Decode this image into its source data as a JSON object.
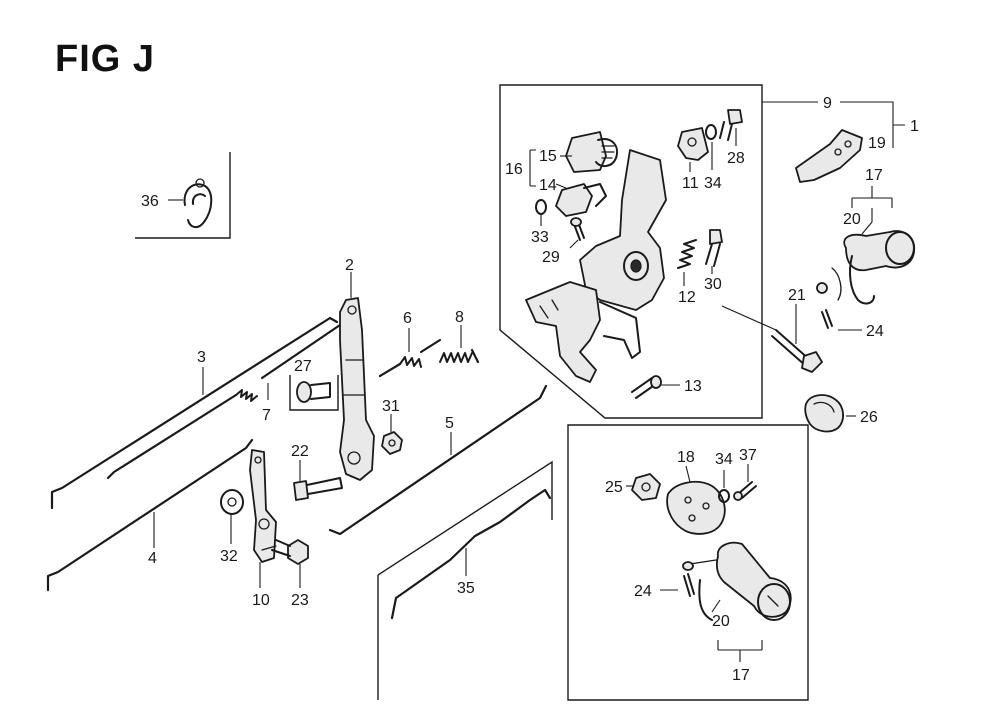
{
  "figure": {
    "title": "FIG J"
  },
  "callouts": [
    {
      "id": "c1",
      "label": "1"
    },
    {
      "id": "c2",
      "label": "2"
    },
    {
      "id": "c3",
      "label": "3"
    },
    {
      "id": "c4",
      "label": "4"
    },
    {
      "id": "c5",
      "label": "5"
    },
    {
      "id": "c6",
      "label": "6"
    },
    {
      "id": "c7",
      "label": "7"
    },
    {
      "id": "c8",
      "label": "8"
    },
    {
      "id": "c9",
      "label": "9"
    },
    {
      "id": "c10",
      "label": "10"
    },
    {
      "id": "c11",
      "label": "11"
    },
    {
      "id": "c12",
      "label": "12"
    },
    {
      "id": "c13",
      "label": "13"
    },
    {
      "id": "c14",
      "label": "14"
    },
    {
      "id": "c15",
      "label": "15"
    },
    {
      "id": "c16",
      "label": "16"
    },
    {
      "id": "c17a",
      "label": "17"
    },
    {
      "id": "c17b",
      "label": "17"
    },
    {
      "id": "c18",
      "label": "18"
    },
    {
      "id": "c19",
      "label": "19"
    },
    {
      "id": "c20a",
      "label": "20"
    },
    {
      "id": "c20b",
      "label": "20"
    },
    {
      "id": "c21",
      "label": "21"
    },
    {
      "id": "c22",
      "label": "22"
    },
    {
      "id": "c23",
      "label": "23"
    },
    {
      "id": "c24a",
      "label": "24"
    },
    {
      "id": "c24b",
      "label": "24"
    },
    {
      "id": "c25",
      "label": "25"
    },
    {
      "id": "c26",
      "label": "26"
    },
    {
      "id": "c27",
      "label": "27"
    },
    {
      "id": "c28",
      "label": "28"
    },
    {
      "id": "c29",
      "label": "29"
    },
    {
      "id": "c30",
      "label": "30"
    },
    {
      "id": "c31",
      "label": "31"
    },
    {
      "id": "c32",
      "label": "32"
    },
    {
      "id": "c33",
      "label": "33"
    },
    {
      "id": "c34a",
      "label": "34"
    },
    {
      "id": "c34b",
      "label": "34"
    },
    {
      "id": "c35",
      "label": "35"
    },
    {
      "id": "c36",
      "label": "36"
    },
    {
      "id": "c37",
      "label": "37"
    }
  ]
}
